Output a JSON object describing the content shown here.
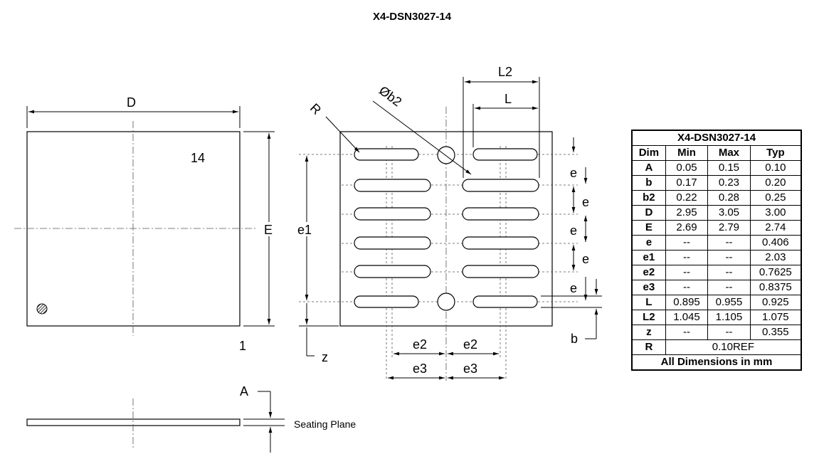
{
  "title": "X4-DSN3027-14",
  "drawing_labels": {
    "D": "D",
    "E": "E",
    "pin14": "14",
    "pin1": "1",
    "R": "R",
    "b2": "Øb2",
    "L2": "L2",
    "L": "L",
    "e1": "e1",
    "e": "e",
    "e2": "e2",
    "e3": "e3",
    "b": "b",
    "z": "z",
    "A": "A",
    "seating_plane": "Seating Plane"
  },
  "table": {
    "caption": "X4-DSN3027-14",
    "headers": [
      "Dim",
      "Min",
      "Max",
      "Typ"
    ],
    "rows": [
      [
        "A",
        "0.05",
        "0.15",
        "0.10"
      ],
      [
        "b",
        "0.17",
        "0.23",
        "0.20"
      ],
      [
        "b2",
        "0.22",
        "0.28",
        "0.25"
      ],
      [
        "D",
        "2.95",
        "3.05",
        "3.00"
      ],
      [
        "E",
        "2.69",
        "2.79",
        "2.74"
      ],
      [
        "e",
        "--",
        "--",
        "0.406"
      ],
      [
        "e1",
        "--",
        "--",
        "2.03"
      ],
      [
        "e2",
        "--",
        "--",
        "0.7625"
      ],
      [
        "e3",
        "--",
        "--",
        "0.8375"
      ],
      [
        "L",
        "0.895",
        "0.955",
        "0.925"
      ],
      [
        "L2",
        "1.045",
        "1.105",
        "1.075"
      ],
      [
        "z",
        "--",
        "--",
        "0.355"
      ]
    ],
    "r_label": "R",
    "r_value": "0.10REF",
    "footer": "All Dimensions in mm"
  }
}
